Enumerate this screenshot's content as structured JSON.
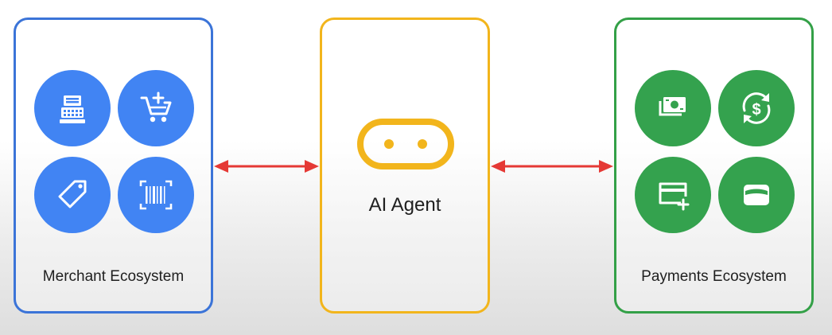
{
  "merchant": {
    "label": "Merchant Ecosystem",
    "icons": [
      "cash-register-icon",
      "add-to-cart-icon",
      "price-tag-icon",
      "barcode-scan-icon"
    ],
    "color": "#4184f3",
    "border_color": "#3b74d8"
  },
  "agent": {
    "label": "AI Agent",
    "icon": "robot-face-icon",
    "color": "#f2b51c"
  },
  "payments": {
    "label": "Payments Ecosystem",
    "icons": [
      "cash-icon",
      "currency-exchange-icon",
      "add-card-icon",
      "wallet-icon"
    ],
    "color": "#34a24e",
    "border_color": "#33a047"
  },
  "connectors": {
    "color": "#e53935",
    "style": "bidirectional-arrow"
  }
}
